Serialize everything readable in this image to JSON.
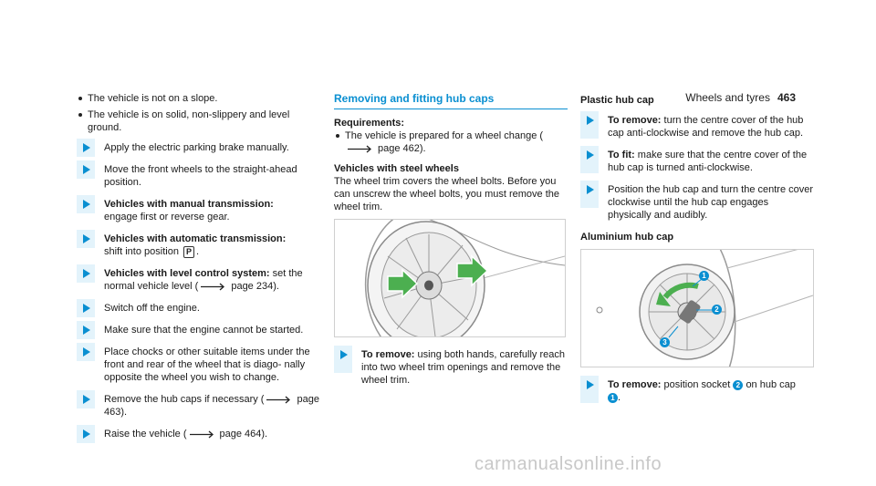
{
  "header": {
    "title": "Wheels and tyres",
    "page": "463"
  },
  "col1": {
    "bullets": [
      "The vehicle is not on a slope.",
      "The vehicle is on solid, non-slippery and level ground."
    ],
    "step_apply_brake": "Apply the electric parking brake manually.",
    "step_front_wheels": "Move the front wheels to the straight-ahead position.",
    "manual_label": "Vehicles with manual transmission:",
    "manual_text": "engage first or reverse gear.",
    "auto_label": "Vehicles with automatic transmission:",
    "auto_text_pre": "shift into position",
    "auto_symbol": "P",
    "auto_text_post": ".",
    "level_label": "Vehicles with level control system:",
    "level_text_pre": "set the normal vehicle level (",
    "level_ref": "page 234).",
    "step_switch_off": "Switch off the engine.",
    "step_engine": "Make sure that the engine cannot be started.",
    "step_chocks": "Place chocks or other suitable items under the front and rear of the wheel that is diago- nally opposite the wheel you wish to change.",
    "step_remove_caps_pre": "Remove the hub caps if necessary (",
    "step_remove_caps_ref": "page 463).",
    "step_raise_pre": "Raise the vehicle (",
    "step_raise_ref": "page 464)."
  },
  "col2": {
    "section_title": "Removing and fitting hub caps",
    "req_label": "Requirements:",
    "req_bullet_pre": "The vehicle is prepared for a wheel change (",
    "req_bullet_ref": "page 462).",
    "steel_label": "Vehicles with steel wheels",
    "steel_text": "The wheel trim covers the wheel bolts. Before you can unscrew the wheel bolts, you must remove the wheel trim.",
    "remove_label": "To remove:",
    "remove_text": "using both hands, carefully reach into two wheel trim openings and remove the wheel trim."
  },
  "col3": {
    "plastic_title": "Plastic hub cap",
    "remove_label": "To remove:",
    "remove_text": "turn the centre cover of the hub cap anti-clockwise and remove the hub cap.",
    "fit_label": "To fit:",
    "fit_text": "make sure that the centre cover of the hub cap is turned anti-clockwise.",
    "position_text": "Position the hub cap and turn the centre cover clockwise until the hub cap engages physically and audibly.",
    "aluminium_title": "Aluminium hub cap",
    "callouts": [
      "1",
      "2",
      "3"
    ],
    "alu_remove_label": "To remove:",
    "alu_remove_pre": "position socket",
    "alu_remove_socket": "2",
    "alu_remove_mid": "on hub cap",
    "alu_remove_cap": "1",
    "alu_remove_post": "."
  },
  "watermark": "carmanualsonline.info",
  "colors": {
    "accent": "#0a8fd1",
    "arrow_fill": "#4caf50",
    "step_bg": "#e3f3fb"
  }
}
